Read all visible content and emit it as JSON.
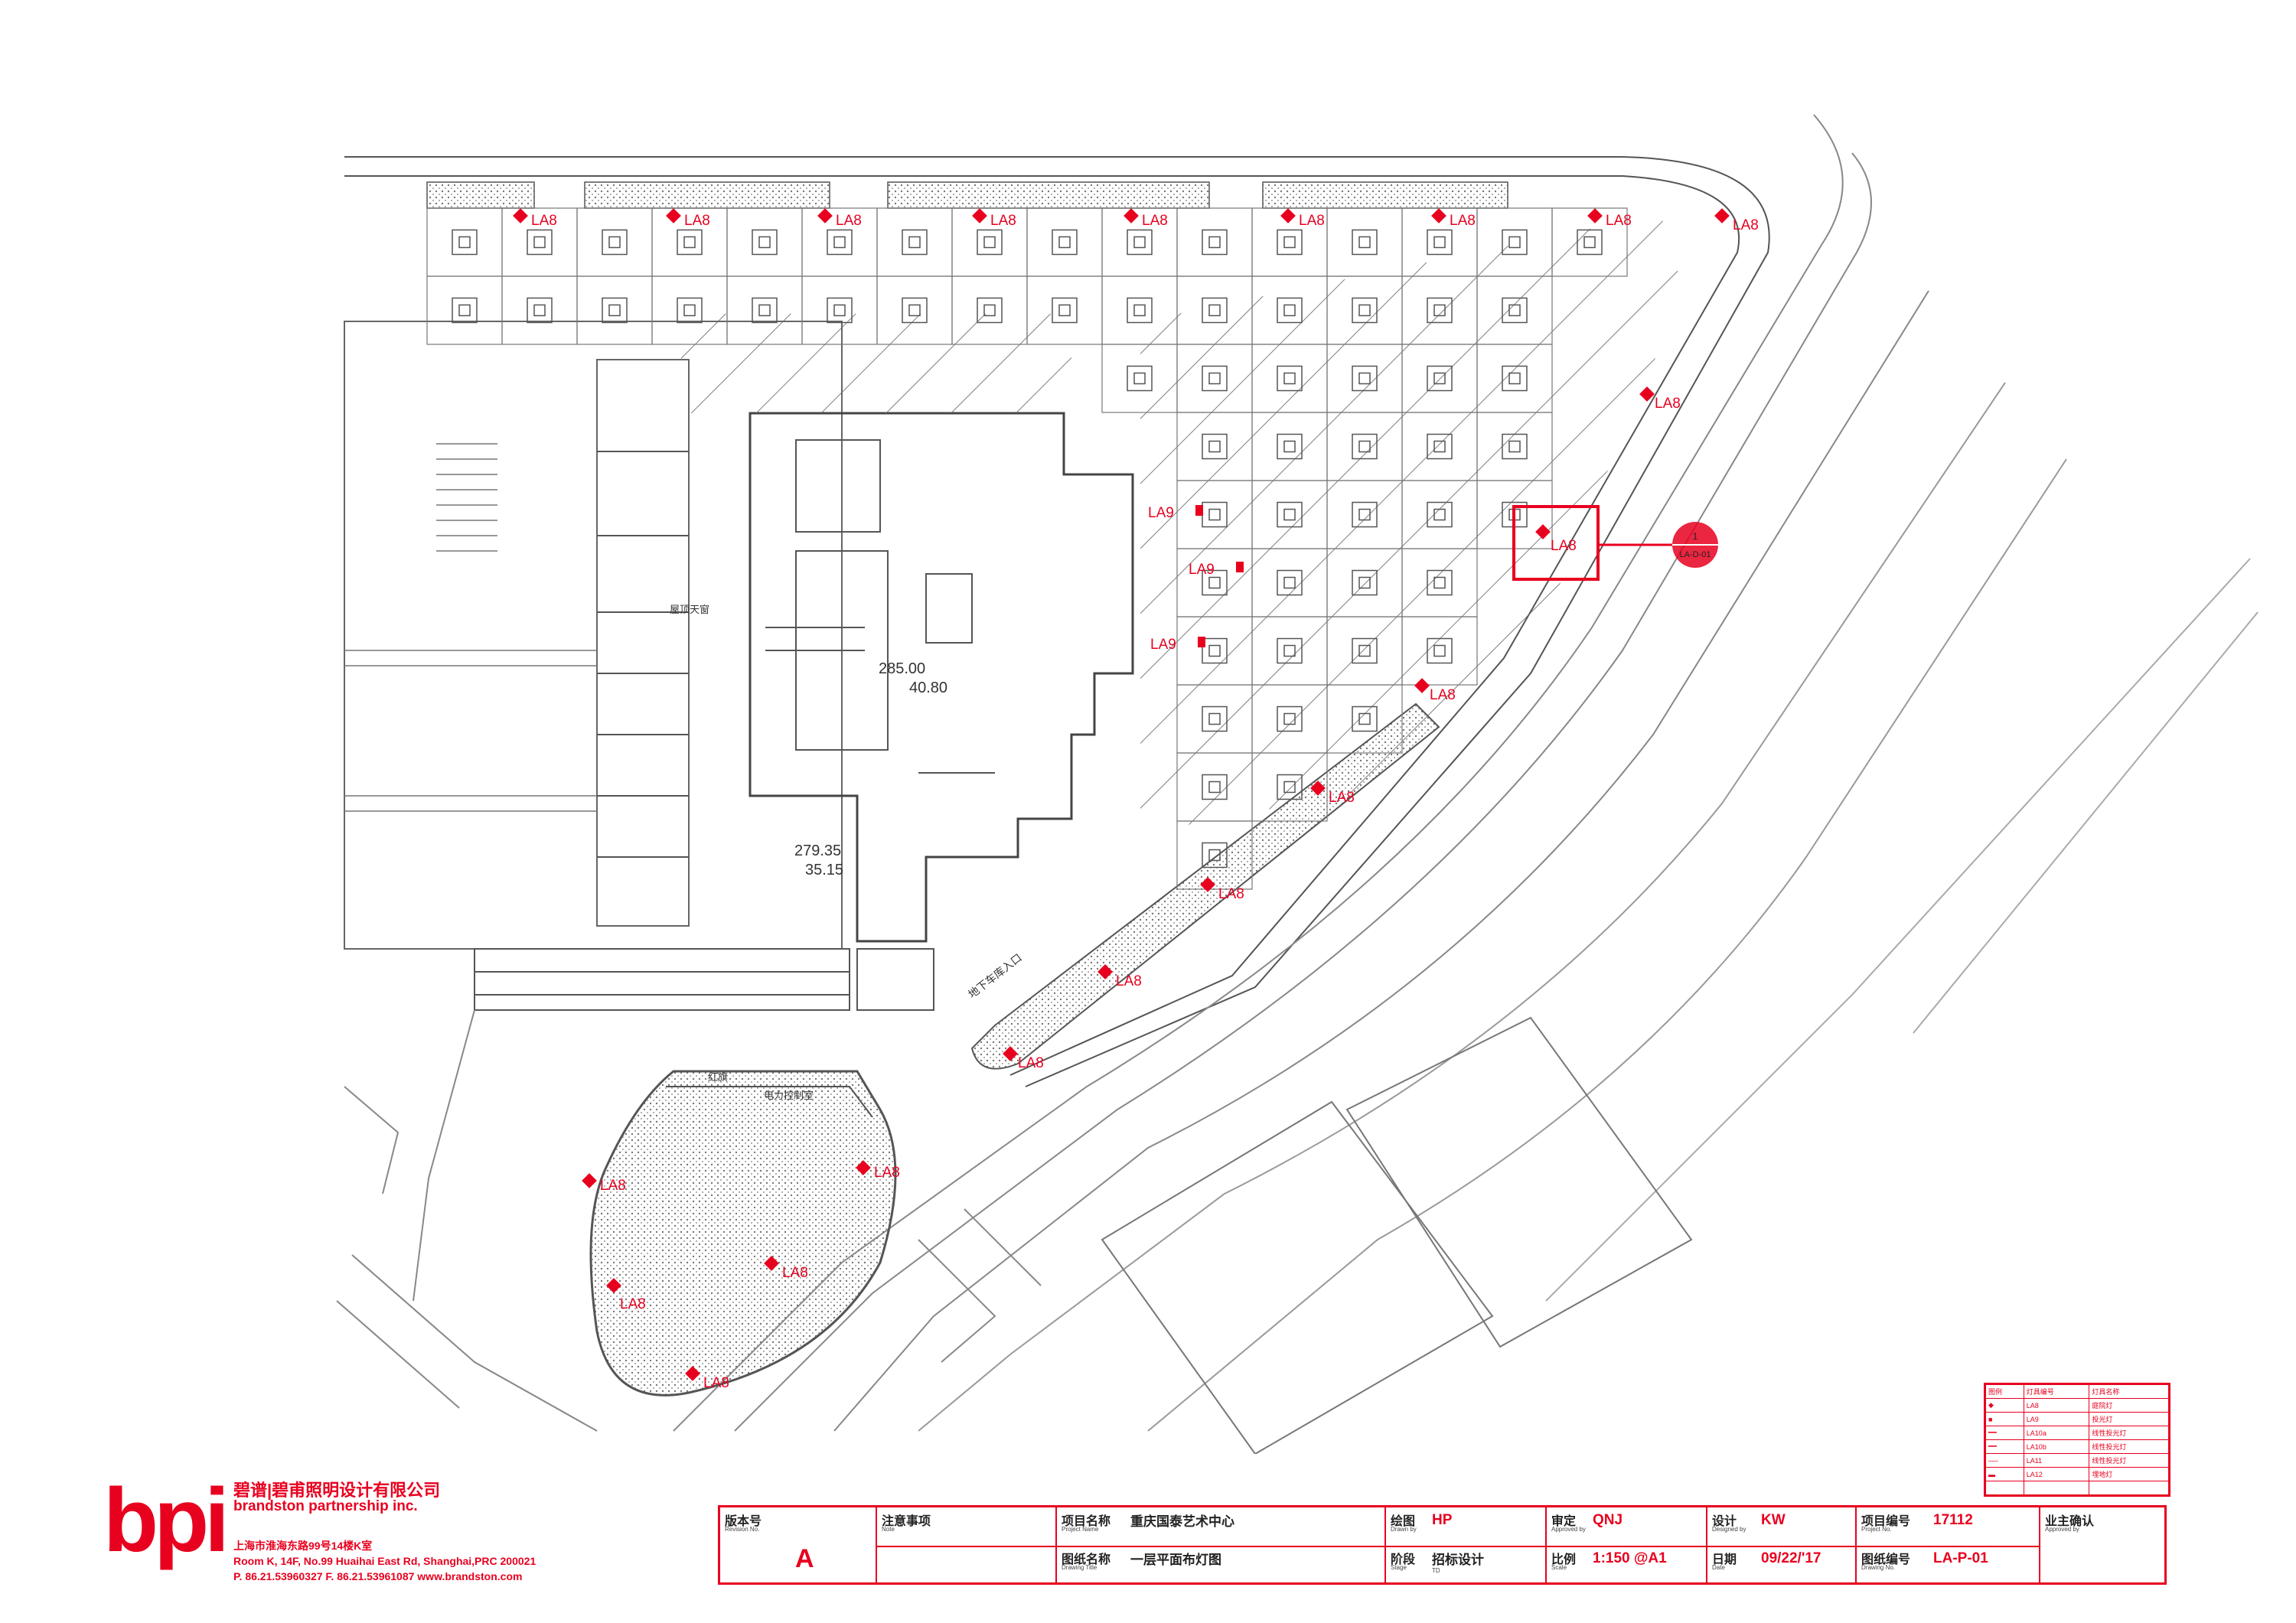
{
  "plan": {
    "marker_code": "LA8",
    "marker_code_alt": "LA9",
    "elevation_1": "285.00",
    "elevation_1b": "40.80",
    "elevation_2": "279.35",
    "elevation_2b": "35.15",
    "skylight_label": "屋顶天窗",
    "garage_entry_label": "地下车库入口",
    "flag_label": "红旗",
    "electric_room_label": "电力控制室",
    "detail_callout_num": "1",
    "detail_callout_ref": "LA-D-01",
    "colors": {
      "red": "#e8001f",
      "line": "#555555"
    }
  },
  "legend": {
    "headers": [
      "图例",
      "灯具编号",
      "灯具名称"
    ],
    "rows": [
      {
        "symbol": "diamond",
        "code": "LA8",
        "name": "庭院灯"
      },
      {
        "symbol": "square",
        "code": "LA9",
        "name": "投光灯"
      },
      {
        "symbol": "line",
        "code": "LA10a",
        "name": "线性投光灯"
      },
      {
        "symbol": "line",
        "code": "LA10b",
        "name": "线性投光灯"
      },
      {
        "symbol": "line-thin",
        "code": "LA11",
        "name": "线性投光灯"
      },
      {
        "symbol": "bar",
        "code": "LA12",
        "name": "埋地灯"
      },
      {
        "symbol": "",
        "code": "",
        "name": ""
      }
    ]
  },
  "title_block": {
    "revision_label": "版本号",
    "revision_label_en": "Revision No.",
    "revision_value": "A",
    "note_label": "注意事项",
    "note_label_en": "Note",
    "project_name_label": "项目名称",
    "project_name_label_en": "Project Name",
    "project_name": "重庆国泰艺术中心",
    "drawing_title_label": "图纸名称",
    "drawing_title_label_en": "Drawing Title",
    "drawing_title": "一层平面布灯图",
    "drawn_label": "绘图",
    "drawn_label_en": "Drawn by",
    "drawn_value": "HP",
    "stage_label": "阶段",
    "stage_label_en": "Stage",
    "stage_value": "招标设计",
    "stage_value_en": "TD",
    "approved_label": "审定",
    "approved_label_en": "Approved by",
    "approved_value": "QNJ",
    "scale_label": "比例",
    "scale_label_en": "Scale",
    "scale_value": "1:150 @A1",
    "designed_label": "设计",
    "designed_label_en": "Designed by",
    "designed_value": "KW",
    "date_label": "日期",
    "date_label_en": "Date",
    "date_value": "09/22/'17",
    "project_no_label": "项目编号",
    "project_no_label_en": "Project No.",
    "project_no": "17112",
    "drawing_no_label": "图纸编号",
    "drawing_no_label_en": "Drawing No.",
    "drawing_no": "LA-P-01",
    "owner_label": "业主确认",
    "owner_label_en": "Approved by"
  },
  "company": {
    "logo_text": "bpi",
    "name_cn": "碧谱|碧甫照明设计有限公司",
    "name_en": "brandston partnership inc.",
    "address_cn": "上海市淮海东路99号14楼K室",
    "address_en": "Room K, 14F, No.99 Huaihai East Rd, Shanghai,PRC 200021",
    "contact": "P. 86.21.53960327  F. 86.21.53961087  www.brandston.com"
  }
}
